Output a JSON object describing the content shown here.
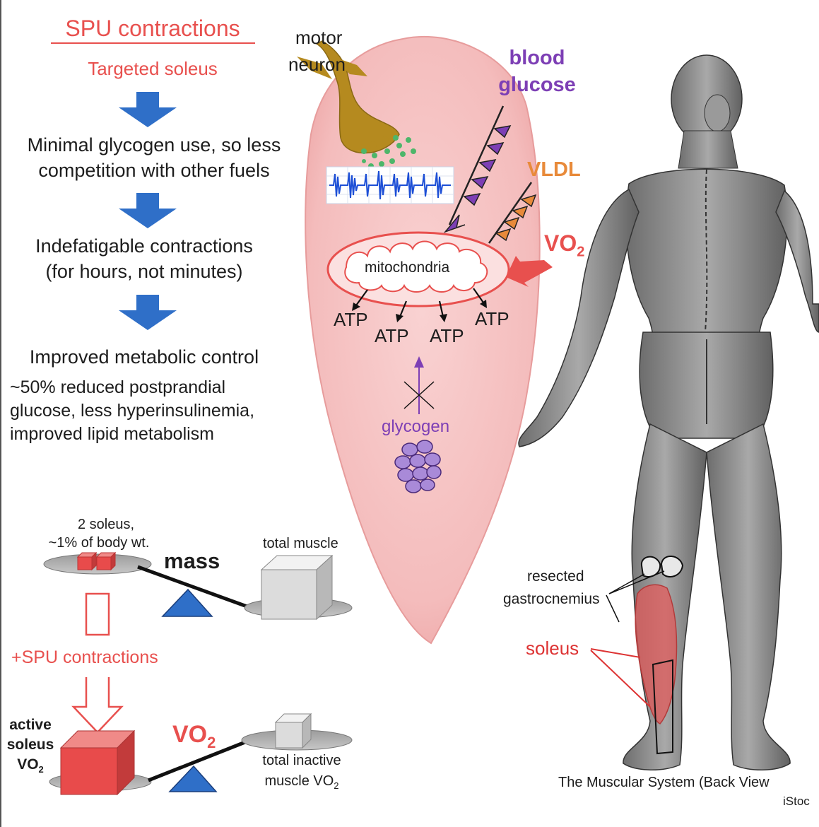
{
  "flow": {
    "title": "SPU contractions",
    "subtitle": "Targeted soleus",
    "step1_line1": "Minimal glycogen use, so less",
    "step1_line2": "competition with other fuels",
    "step2_line1": "Indefatigable contractions",
    "step2_line2": "(for hours, not minutes)",
    "step3_head": "Improved metabolic control",
    "step3_line1": "~50% reduced postprandial",
    "step3_line2": "glucose, less hyperinsulinemia,",
    "step3_line3": "improved lipid metabolism"
  },
  "muscle": {
    "motor_line1": "motor",
    "motor_line2": "neuron",
    "blood_line1": "blood",
    "blood_line2": "glucose",
    "vldl": "VLDL",
    "vo2_main": "VO",
    "vo2_sub": "2",
    "mitochondria": "mitochondria",
    "atp1": "ATP",
    "atp2": "ATP",
    "atp3": "ATP",
    "atp4": "ATP",
    "glycogen": "glycogen"
  },
  "balance": {
    "soleus_line1": "2 soleus,",
    "soleus_line2": "~1% of body wt.",
    "total_muscle": "total muscle",
    "mass": "mass",
    "plus_spu": "+SPU contractions",
    "active_line1": "active",
    "active_line2": "soleus",
    "active_line3_main": "VO",
    "active_line3_sub": "2",
    "vo2_main": "VO",
    "vo2_sub": "2",
    "inactive_line1": "total inactive",
    "inactive_line2_main": "muscle VO",
    "inactive_line2_sub": "2"
  },
  "figure": {
    "resected_line1": "resected",
    "resected_line2": "gastrocnemius",
    "soleus": "soleus",
    "caption": "The Muscular System (Back View",
    "credit": "iStoc"
  },
  "colors": {
    "accent_red": "#e8504e",
    "arrow_blue": "#2f6fc8",
    "glucose_purple": "#7d3fb5",
    "vldl_orange": "#e88a3a",
    "neuron_gold": "#b58a1f",
    "muscle_pink": "#f6c3c3"
  }
}
